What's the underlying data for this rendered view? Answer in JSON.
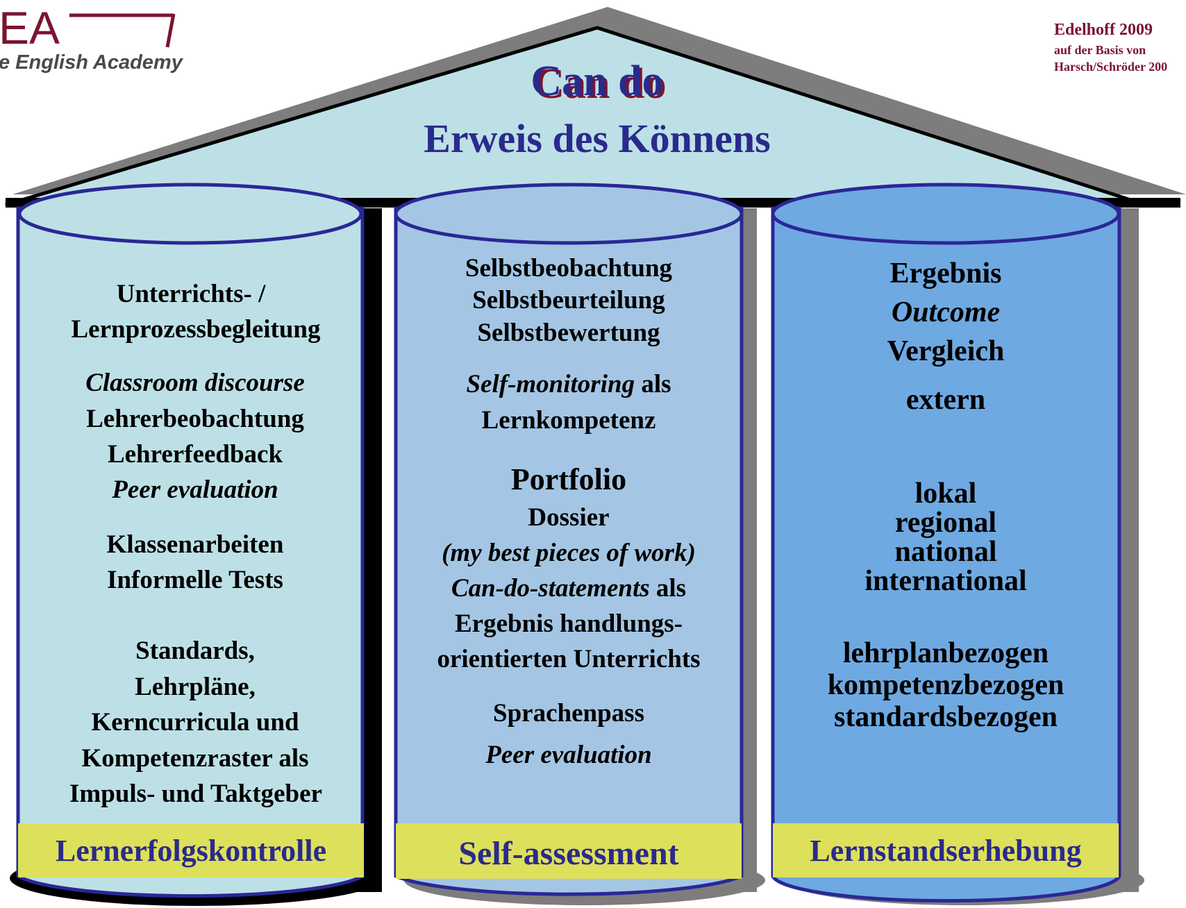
{
  "logo": {
    "letters": "EA",
    "tagline": "e English Academy"
  },
  "credit": {
    "line1": "Edelhoff 2009",
    "line2": "auf der Basis von",
    "line3": "Harsch/Schröder 200"
  },
  "roof": {
    "title": "Can do",
    "subtitle": "Erweis des Könnens"
  },
  "pillars": {
    "left": {
      "line1": "Unterrichts- /",
      "line2": "Lernprozessbegleitung",
      "line3": "Classroom discourse",
      "line4": "Lehrerbeobachtung",
      "line5": "Lehrerfeedback",
      "line6": "Peer evaluation",
      "line7": "Klassenarbeiten",
      "line8": "Informelle Tests",
      "line9": "Standards,",
      "line10": "Lehrpläne,",
      "line11": "Kerncurricula und",
      "line12": "Kompetenzraster als",
      "line13": "Impuls- und Taktgeber",
      "label": "Lernerfolgskontrolle"
    },
    "middle": {
      "line1": "Selbstbeobachtung",
      "line2": "Selbstbeurteilung",
      "line3": "Selbstbewertung",
      "line4a": "Self-monitoring",
      "line4b": " als",
      "line5": "Lernkompetenz",
      "line6": "Portfolio",
      "line7": "Dossier",
      "line8": "(my best pieces of work)",
      "line9a": "Can-do-statements",
      "line9b": " als",
      "line10": "Ergebnis handlungs-",
      "line11": "orientierten Unterrichts",
      "line12": "Sprachenpass",
      "line13": "Peer evaluation",
      "label": "Self-assessment"
    },
    "right": {
      "line1": "Ergebnis",
      "line2": "Outcome",
      "line3": "Vergleich",
      "line4": "extern",
      "line5": "lokal",
      "line6": "regional",
      "line7": "national",
      "line8": "international",
      "line9": "lehrplanbezogen",
      "line10": "kompetenzbezogen",
      "line11": "standardsbezogen",
      "label": "Lernstandserhebung"
    }
  },
  "colors": {
    "roof": "#bde0e6",
    "pillar_left": "#bde0e6",
    "pillar_middle": "#a4c6e4",
    "pillar_right": "#6fa9e1",
    "label_band": "#dde05a",
    "outline": "#2a2796",
    "label_text": "#2a2a8c",
    "credit": "#7a1530"
  }
}
